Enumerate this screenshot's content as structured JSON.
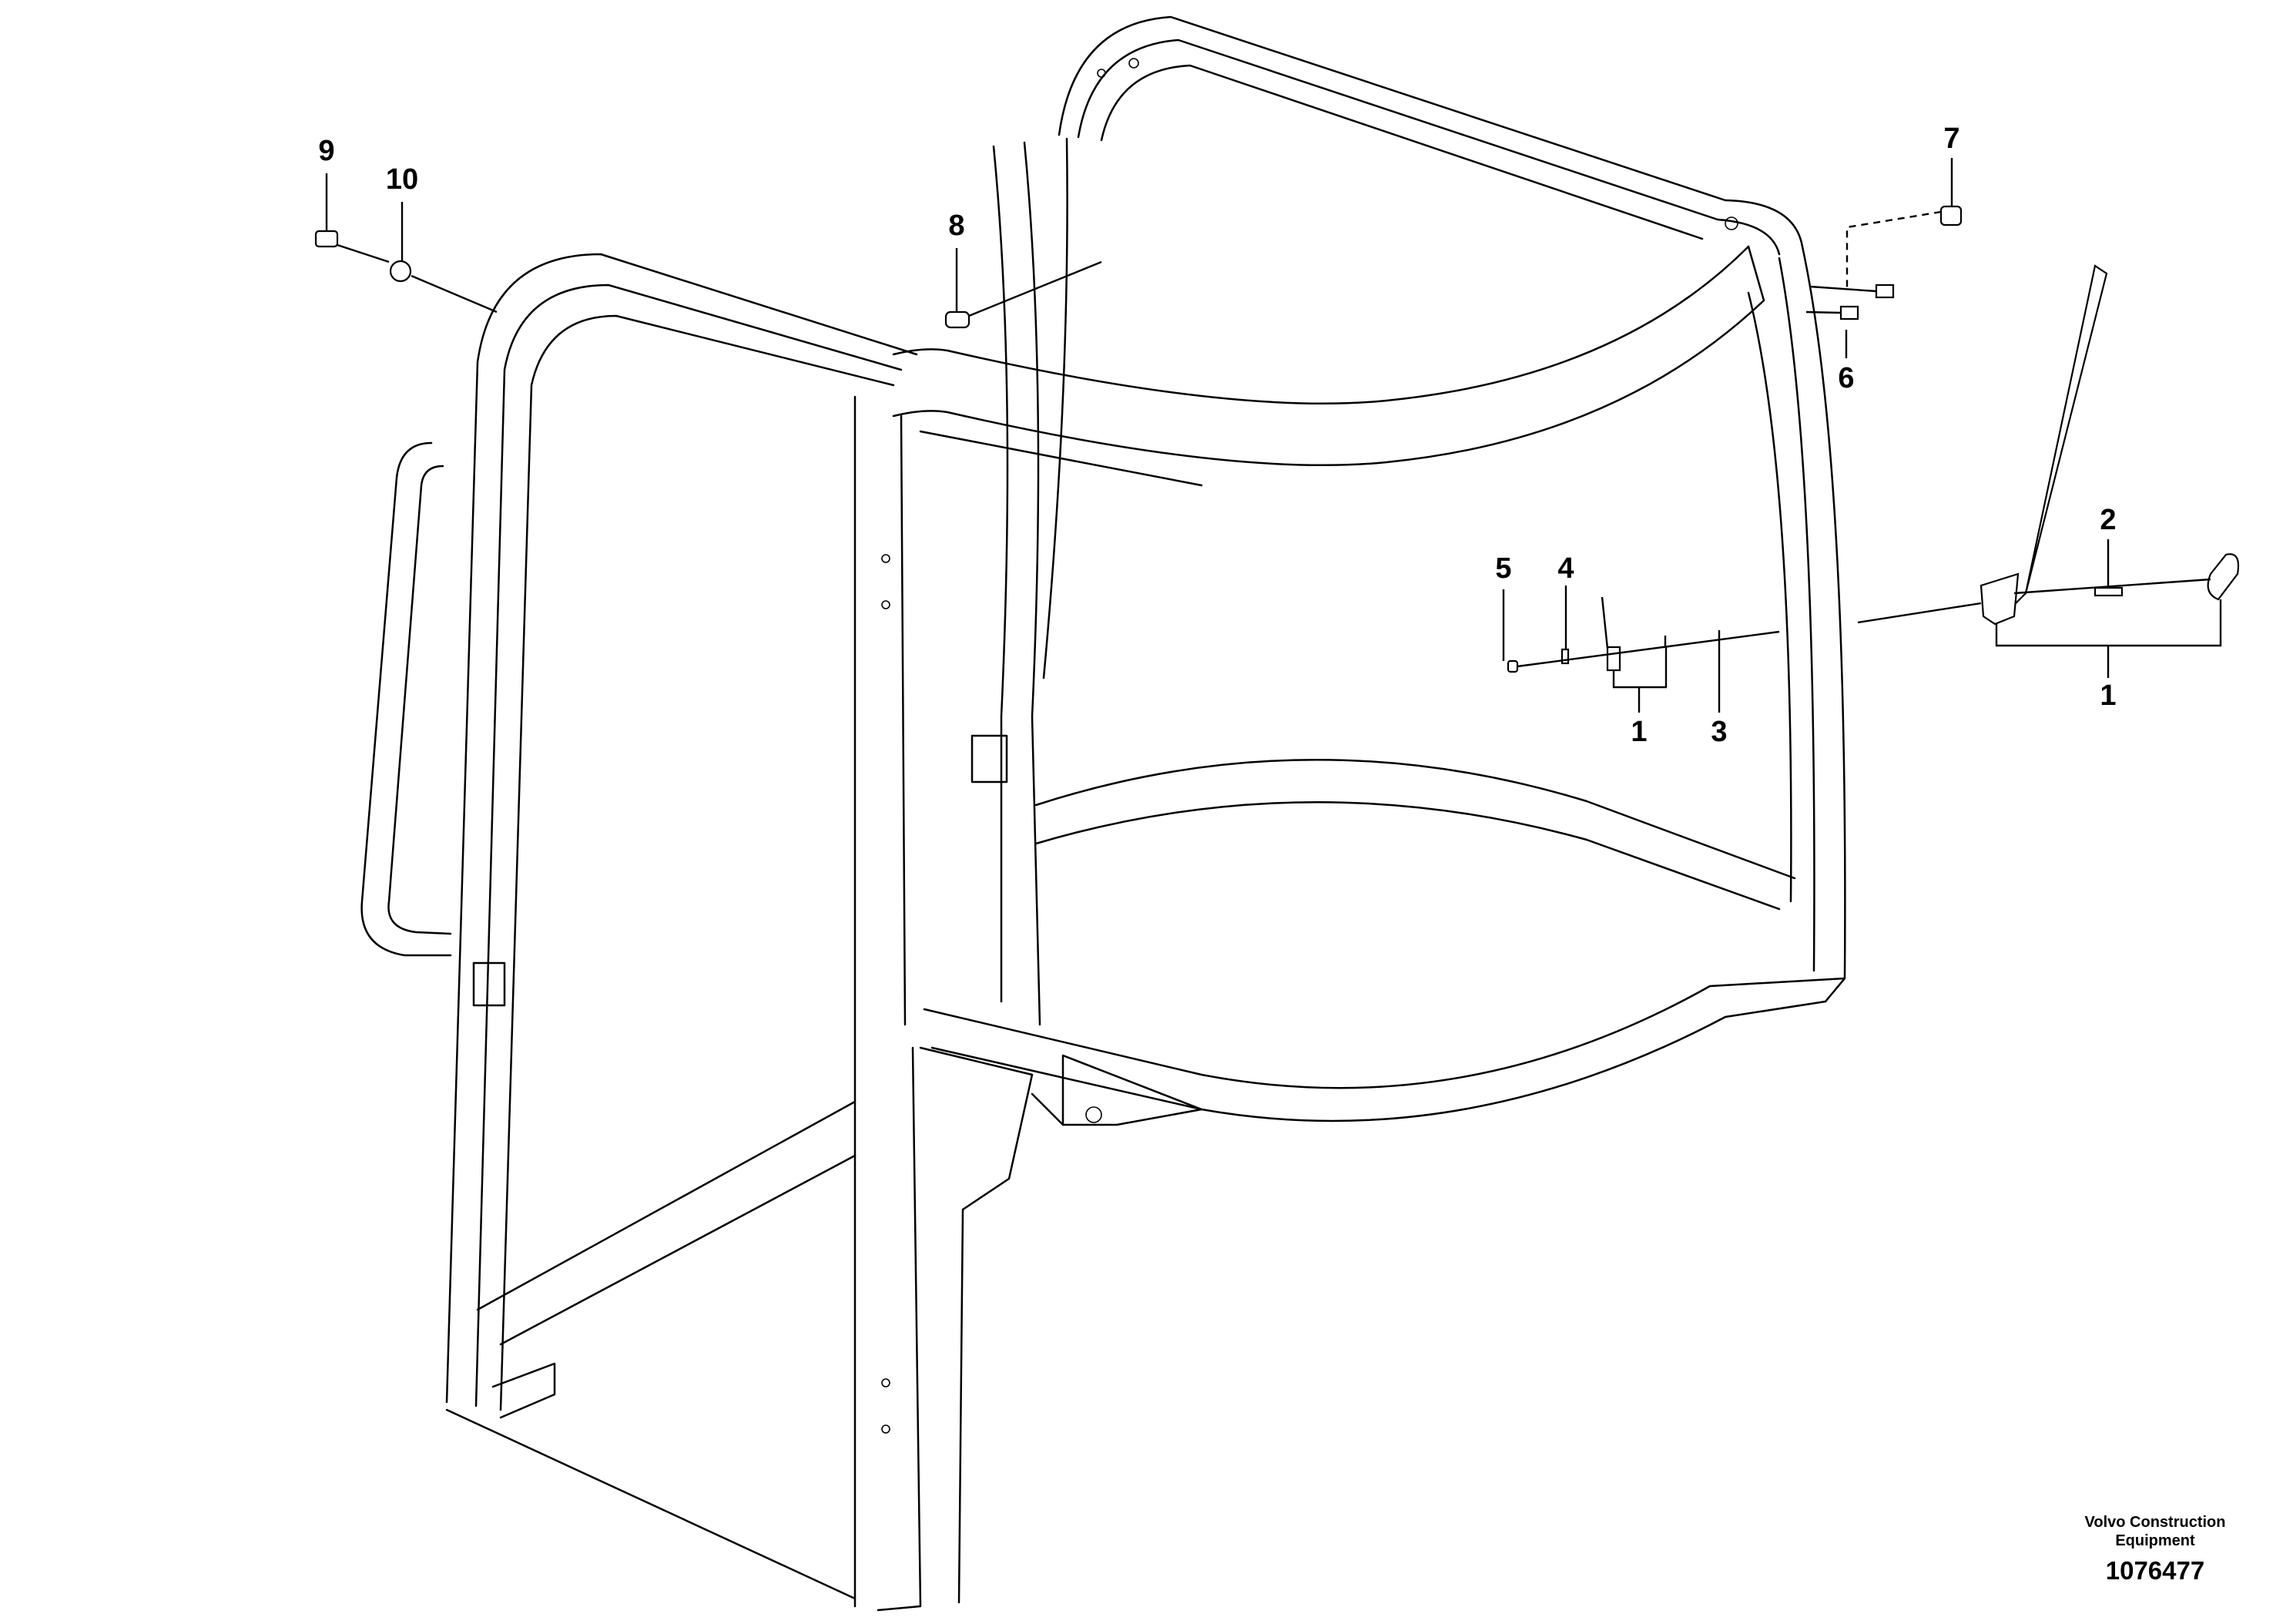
{
  "callouts": {
    "c1_left": "1",
    "c1_right": "1",
    "c2": "2",
    "c3": "3",
    "c4": "4",
    "c5": "5",
    "c6": "6",
    "c7": "7",
    "c8": "8",
    "c9": "9",
    "c10": "10"
  },
  "brand": {
    "line1": "Volvo Construction",
    "line2": "Equipment"
  },
  "document_number": "1076477"
}
